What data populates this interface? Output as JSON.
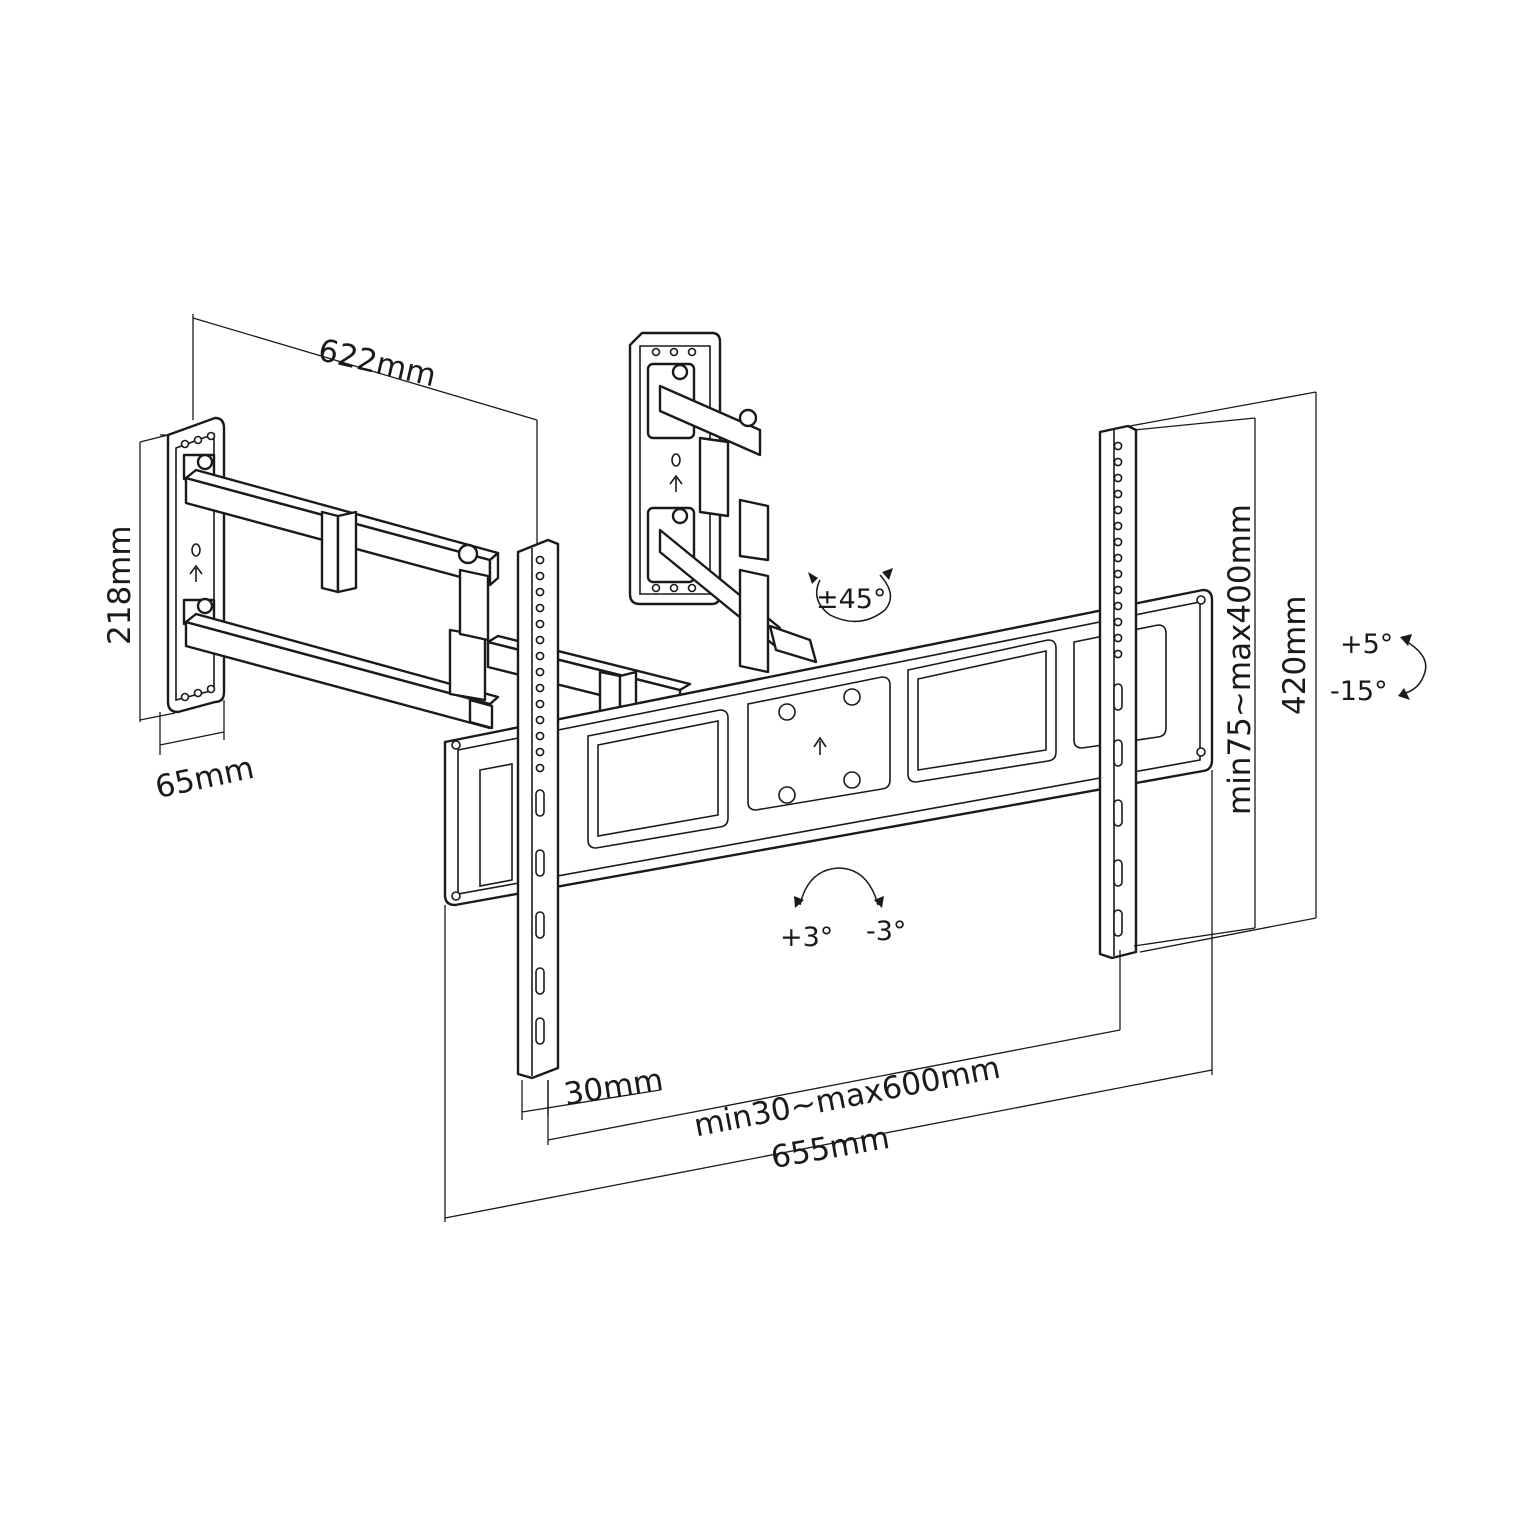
{
  "dimensions": {
    "arm_extension": "622mm",
    "wall_plate_height": "218mm",
    "wall_plate_depth": "65mm",
    "min_profile": "30mm",
    "hole_spacing_horizontal": "min30~max600mm",
    "overall_width": "655mm",
    "hole_spacing_vertical": "min75~max400mm",
    "bracket_height": "420mm"
  },
  "angles": {
    "swivel": "±45°",
    "tilt_up": "+5°",
    "tilt_down": "-15°",
    "rotate_left": "+3°",
    "rotate_right": "-3°"
  },
  "colors": {
    "line": "#1a1a1a",
    "background": "#ffffff"
  }
}
